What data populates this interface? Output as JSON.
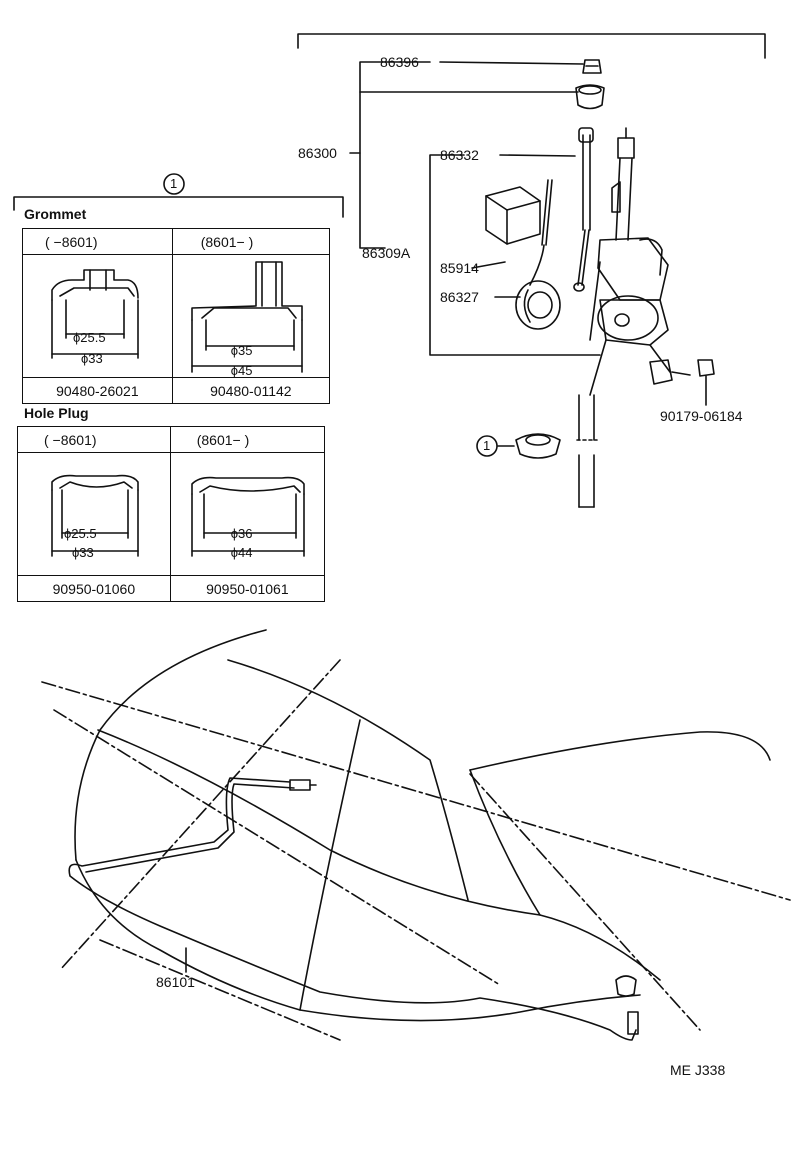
{
  "callouts": {
    "c86396": "86396",
    "c86300": "86300",
    "c86332": "86332",
    "c86309a": "86309A",
    "c85914": "85914",
    "c86327": "86327",
    "c90179": "90179-06184",
    "c86101": "86101",
    "ref_mark": "1"
  },
  "grommet": {
    "title": "Grommet",
    "col1_range": "(      −8601)",
    "col2_range": "(8601−       )",
    "col1_dims": [
      "ϕ25.5",
      "ϕ33"
    ],
    "col2_dims": [
      "ϕ35",
      "ϕ45"
    ],
    "col1_part": "90480-26021",
    "col2_part": "90480-01142"
  },
  "hole_plug": {
    "title": "Hole Plug",
    "col1_range": "(      −8601)",
    "col2_range": "(8601−       )",
    "col1_dims": [
      "ϕ25.5",
      "ϕ33"
    ],
    "col2_dims": [
      "ϕ36",
      "ϕ44"
    ],
    "col1_part": "90950-01060",
    "col2_part": "90950-01061"
  },
  "figure_code": "ME J338"
}
